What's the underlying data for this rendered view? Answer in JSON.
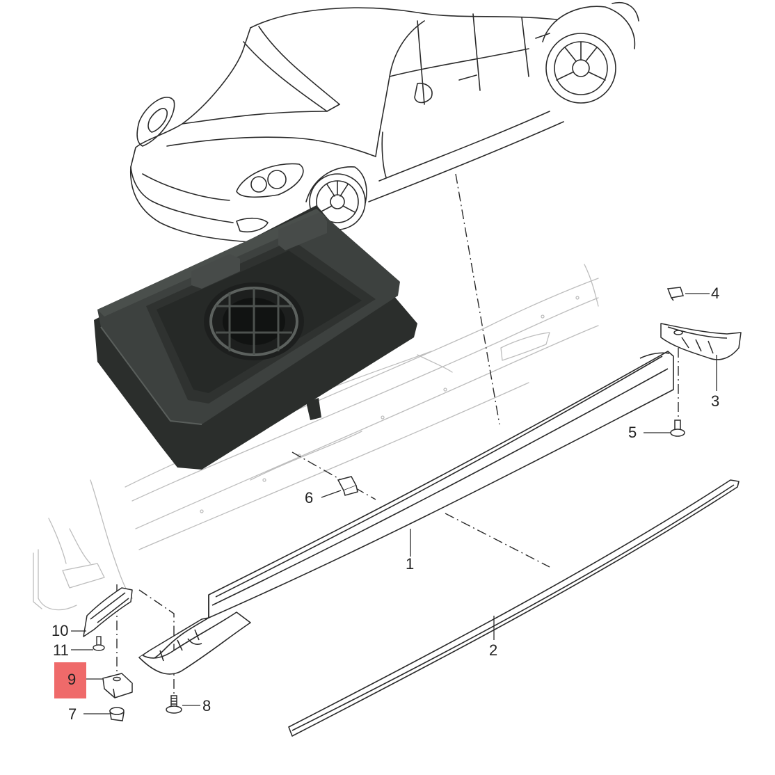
{
  "callouts": {
    "c1": "1",
    "c2": "2",
    "c3": "3",
    "c4": "4",
    "c5": "5",
    "c6": "6",
    "c7": "7",
    "c8": "8",
    "c9": "9",
    "c10": "10",
    "c11": "11"
  },
  "highlighted_callout": "9",
  "colors": {
    "line": "#2a2a2a",
    "ghost": "#b8b8b8",
    "highlight": "#ef6a6a",
    "pad_dark": "#2b2e2c",
    "pad_mid": "#3d413f"
  },
  "parts": {
    "car": "vehicle-outline",
    "pad": "jack-pad",
    "rocker": "sill-trim",
    "strip": "sill-strip",
    "bracket": "front-bracket"
  }
}
